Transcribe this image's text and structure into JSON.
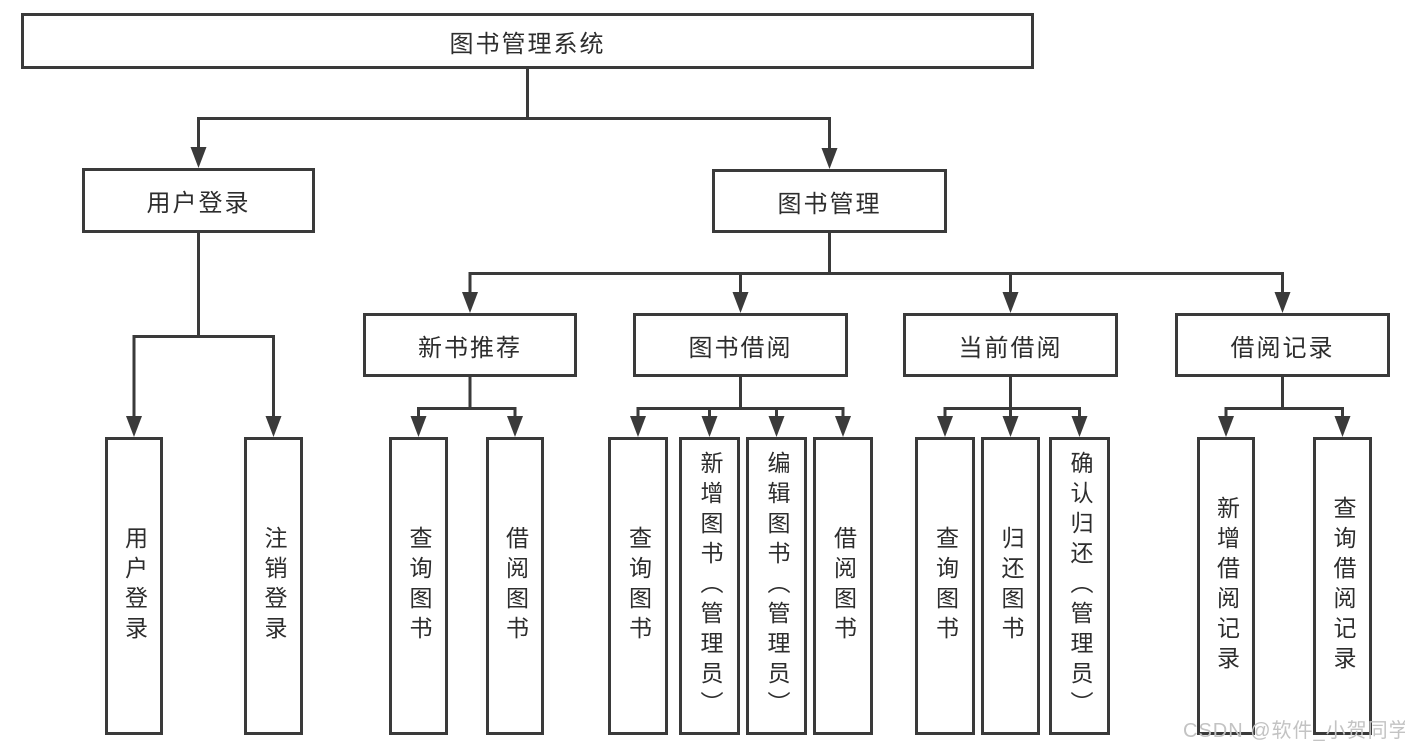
{
  "diagram": {
    "root": {
      "label": "图书管理系统"
    },
    "level2": {
      "user_login": {
        "label": "用户登录"
      },
      "book_mgmt": {
        "label": "图书管理"
      }
    },
    "level3": {
      "new_book_rec": {
        "label": "新书推荐"
      },
      "book_borrow": {
        "label": "图书借阅"
      },
      "current_borrow": {
        "label": "当前借阅"
      },
      "borrow_records": {
        "label": "借阅记录"
      }
    },
    "leaves": {
      "ul_login": {
        "label": "用户登录"
      },
      "ul_logout": {
        "label": "注销登录"
      },
      "nbr_query": {
        "label": "查询图书"
      },
      "nbr_borrow": {
        "label": "借阅图书"
      },
      "bb_query": {
        "label": "查询图书"
      },
      "bb_add": {
        "label": "新增图书（管理员）"
      },
      "bb_edit": {
        "label": "编辑图书（管理员）"
      },
      "bb_borrow": {
        "label": "借阅图书"
      },
      "cb_query": {
        "label": "查询图书"
      },
      "cb_return": {
        "label": "归还图书"
      },
      "cb_confirm": {
        "label": "确认归还（管理员）"
      },
      "br_add": {
        "label": "新增借阅记录"
      },
      "br_query": {
        "label": "查询借阅记录"
      }
    }
  },
  "watermark": "CSDN @软件_小贺同学",
  "colors": {
    "line": "#3a3a3a",
    "text": "#2d2d2d",
    "watermark_text": "#c3c3c3",
    "background": "#ffffff"
  }
}
